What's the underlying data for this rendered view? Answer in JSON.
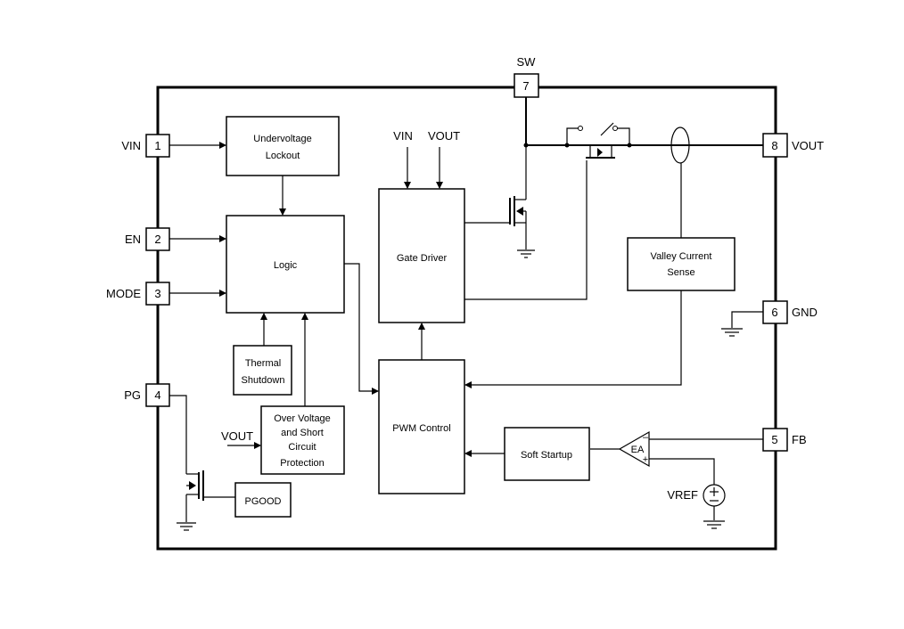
{
  "pins": [
    {
      "num": "1",
      "name": "VIN"
    },
    {
      "num": "2",
      "name": "EN"
    },
    {
      "num": "3",
      "name": "MODE"
    },
    {
      "num": "4",
      "name": "PG"
    },
    {
      "num": "5",
      "name": "FB"
    },
    {
      "num": "6",
      "name": "GND"
    },
    {
      "num": "7",
      "name": "SW"
    },
    {
      "num": "8",
      "name": "VOUT"
    }
  ],
  "blocks": {
    "uvlo": [
      "Undervoltage",
      "Lockout"
    ],
    "logic": [
      "Logic"
    ],
    "gate_driver": [
      "Gate Driver"
    ],
    "valley": [
      "Valley Current",
      "Sense"
    ],
    "thermal": [
      "Thermal",
      "Shutdown"
    ],
    "ovp": [
      "Over Voltage",
      "and Short",
      "Circuit",
      "Protection"
    ],
    "pwm": [
      "PWM Control"
    ],
    "soft": [
      "Soft Startup"
    ],
    "pgood": [
      "PGOOD"
    ]
  },
  "labels": {
    "gd_vin": "VIN",
    "gd_vout": "VOUT",
    "ovp_vout": "VOUT",
    "ea": "EA",
    "ea_minus": "–",
    "ea_plus": "+",
    "vref": "VREF"
  }
}
